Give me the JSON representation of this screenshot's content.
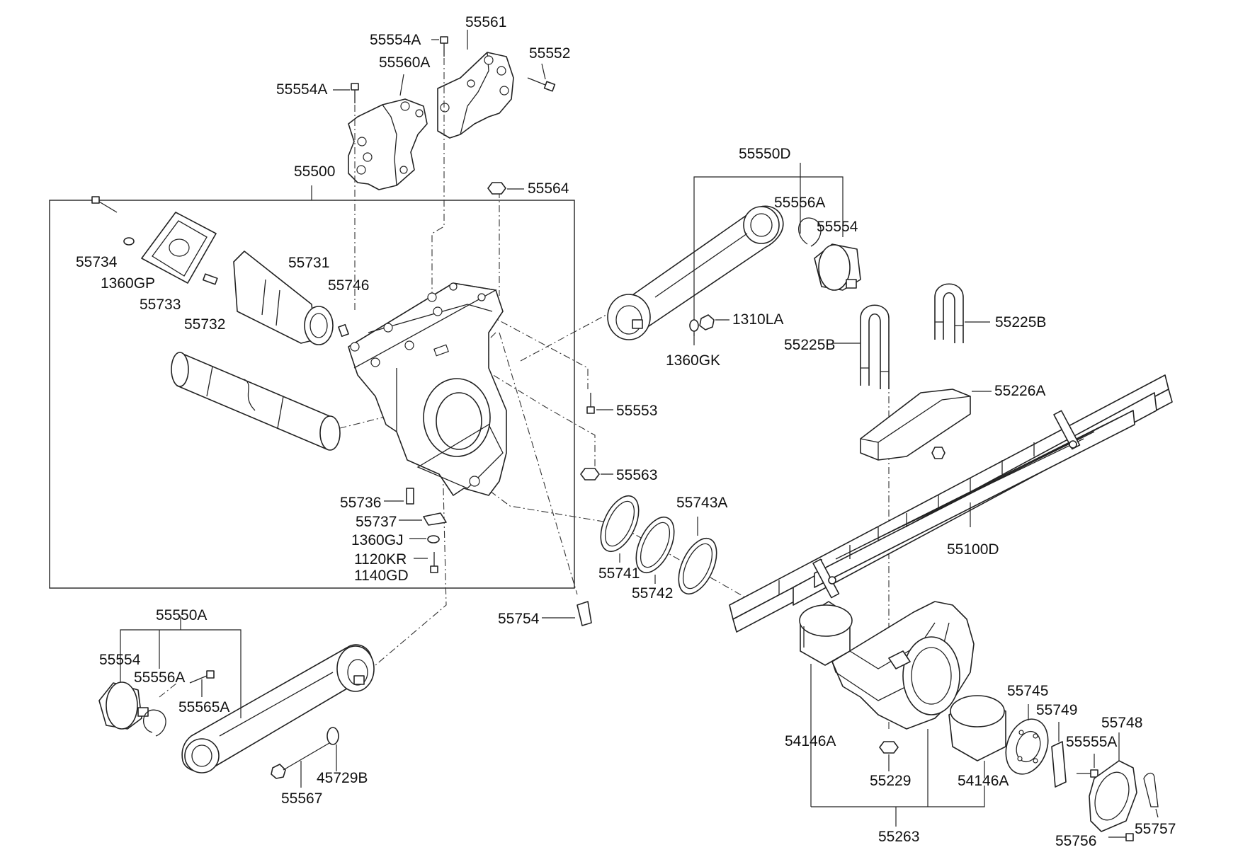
{
  "labels": {
    "p55554A_top": "55554A",
    "p55561": "55561",
    "p55552": "55552",
    "p55560A": "55560A",
    "p55554A_left": "55554A",
    "p55500": "55500",
    "p55564": "55564",
    "p55550D": "55550D",
    "p55556A_right": "55556A",
    "p55554_right": "55554",
    "p55734": "55734",
    "p1360GP": "1360GP",
    "p55733": "55733",
    "p55732": "55732",
    "p55731": "55731",
    "p55746": "55746",
    "p1310LA": "1310LA",
    "p1360GK": "1360GK",
    "p55225B_left": "55225B",
    "p55225B_right": "55225B",
    "p55553": "55553",
    "p55226A": "55226A",
    "p55563": "55563",
    "p55736": "55736",
    "p55743A": "55743A",
    "p55737": "55737",
    "p1360GJ": "1360GJ",
    "p1120KR": "1120KR",
    "p1140GD": "1140GD",
    "p55100D": "55100D",
    "p55741": "55741",
    "p55742": "55742",
    "p55754": "55754",
    "p55550A": "55550A",
    "p55554_left": "55554",
    "p55556A_left": "55556A",
    "p55565A": "55565A",
    "p55745": "55745",
    "p55749": "55749",
    "p55748": "55748",
    "p54146A_left": "54146A",
    "p55555A": "55555A",
    "p45729B": "45729B",
    "p55229": "55229",
    "p54146A_right": "54146A",
    "p55567": "55567",
    "p55757": "55757",
    "p55263": "55263",
    "p55756": "55756"
  }
}
